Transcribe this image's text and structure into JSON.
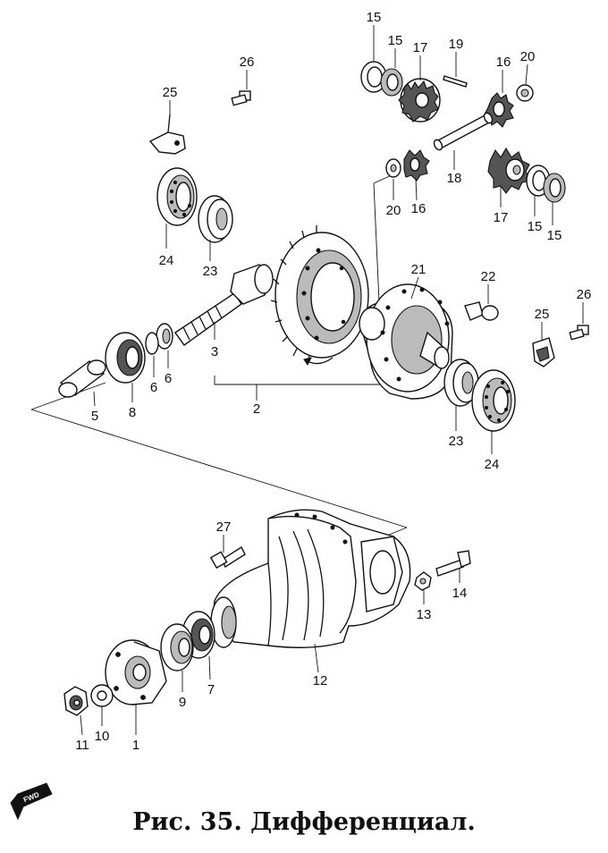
{
  "caption": "Рис. 35. Дифференциал.",
  "fwd_label": "FWD",
  "labels": {
    "p1": "1",
    "p2": "2",
    "p3": "3",
    "p5": "5",
    "p6a": "6",
    "p6b": "6",
    "p7": "7",
    "p8": "8",
    "p9": "9",
    "p10": "10",
    "p11": "11",
    "p12": "12",
    "p13": "13",
    "p14": "14",
    "p15a": "15",
    "p15b": "15",
    "p15c": "15",
    "p15d": "15",
    "p16a": "16",
    "p16b": "16",
    "p17a": "17",
    "p17b": "17",
    "p18": "18",
    "p19": "19",
    "p20a": "20",
    "p20b": "20",
    "p21": "21",
    "p22": "22",
    "p23a": "23",
    "p23b": "23",
    "p24a": "24",
    "p24b": "24",
    "p25a": "25",
    "p25b": "25",
    "p26a": "26",
    "p26b": "26",
    "p27": "27"
  }
}
